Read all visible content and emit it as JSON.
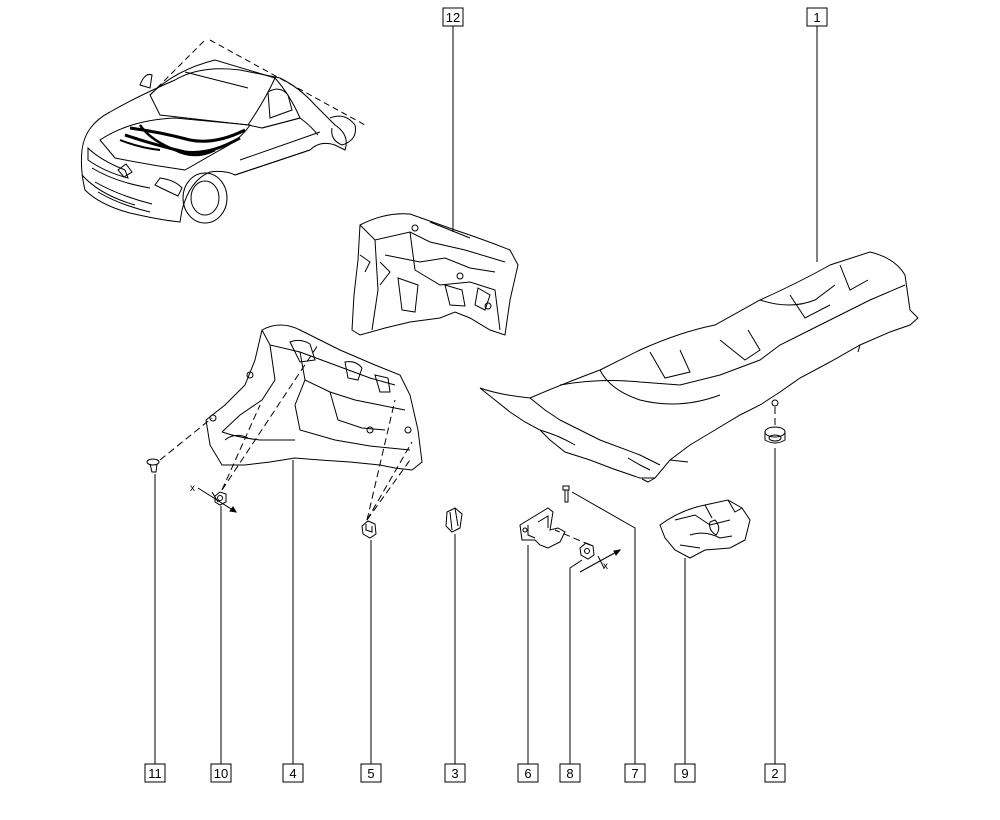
{
  "diagram": {
    "callouts": [
      {
        "id": "c12",
        "label": "12"
      },
      {
        "id": "c1",
        "label": "1"
      },
      {
        "id": "c11",
        "label": "11"
      },
      {
        "id": "c10",
        "label": "10"
      },
      {
        "id": "c4",
        "label": "4"
      },
      {
        "id": "c5",
        "label": "5"
      },
      {
        "id": "c3",
        "label": "3"
      },
      {
        "id": "c6",
        "label": "6"
      },
      {
        "id": "c8",
        "label": "8"
      },
      {
        "id": "c7",
        "label": "7"
      },
      {
        "id": "c9",
        "label": "9"
      },
      {
        "id": "c2",
        "label": "2"
      }
    ],
    "torque_markers": [
      "x",
      "x"
    ]
  },
  "colors": {
    "line": "#000000",
    "background": "#ffffff",
    "part_fill": "#ffffff"
  }
}
